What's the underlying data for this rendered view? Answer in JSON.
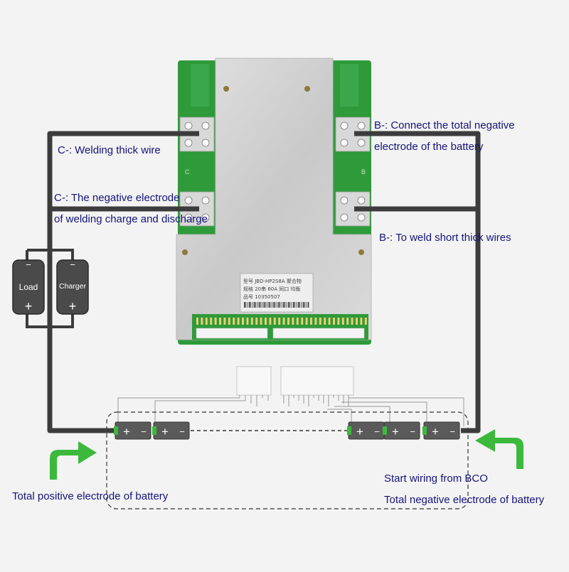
{
  "labels": {
    "c_minus_thick": "C-: Welding thick wire",
    "c_minus_charge_line1": "C-: The negative electrode",
    "c_minus_charge_line2": "of welding charge and discharge",
    "b_minus_total_line1": "B-: Connect the total negative",
    "b_minus_total_line2": "electrode of the battery",
    "b_minus_short": "B-: To weld short thick wires",
    "total_positive": "Total positive electrode of battery",
    "start_wiring": "Start wiring from BCO",
    "total_negative": "Total negative electrode of battery"
  },
  "devices": {
    "load": "Load",
    "charger": "Charger",
    "minus": "−",
    "plus": "+"
  },
  "board": {
    "sticker_line1": "型号  JBD-HP2S8A  聚合物",
    "sticker_line2": "规格  20串 60A  同口 均衡",
    "sticker_line3": "品号  10350507",
    "pad_c": "C",
    "pad_b": "B"
  },
  "colors": {
    "label_text": "#14147a",
    "wire": "#3c3c3c",
    "pcb_green": "#2f9a3a",
    "arrow_green": "#3cb93c",
    "heatsink": "#d0d0d0",
    "cell": "#5a5a5a"
  }
}
